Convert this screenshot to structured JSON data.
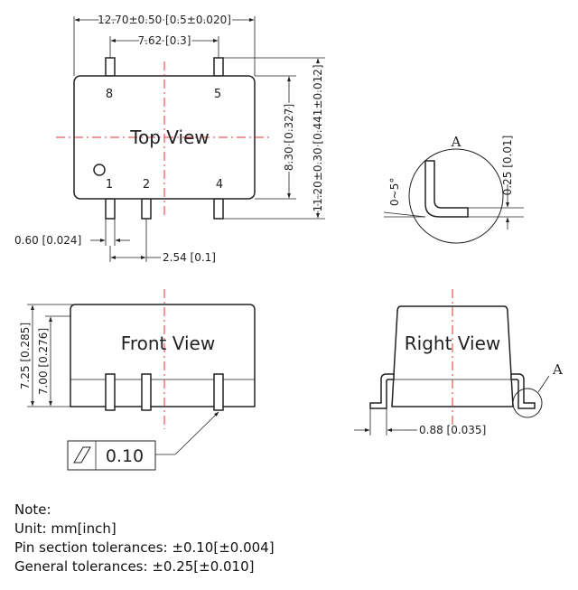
{
  "top_view": {
    "title": "Top View",
    "pins": {
      "p1": "1",
      "p2": "2",
      "p4": "4",
      "p5": "5",
      "p8": "8"
    },
    "dim_width": "12.70±0.50 [0.5±0.020]",
    "dim_pin_span": "7.62 [0.3]",
    "dim_body_height": "8.30 [0.327]",
    "dim_total_height": "11.20±0.30 [0.441±0.012]",
    "dim_pin_width": "0.60 [0.024]",
    "dim_pitch": "2.54 [0.1]"
  },
  "detail_a": {
    "label": "A",
    "angle": "0~5°",
    "dim_thickness": "0.25 [0.01]"
  },
  "front_view": {
    "title": "Front View",
    "dim_total": "7.25 [0.285]",
    "dim_body": "7.00 [0.276]",
    "tolerance_value": "0.10"
  },
  "right_view": {
    "title": "Right View",
    "detail_label": "A",
    "dim_foot": "0.88 [0.035]"
  },
  "notes": {
    "heading": "Note:",
    "unit": "Unit: mm[inch]",
    "pin_tol": "Pin section tolerances: ±0.10[±0.004]",
    "general_tol": "General tolerances: ±0.25[±0.010]"
  }
}
